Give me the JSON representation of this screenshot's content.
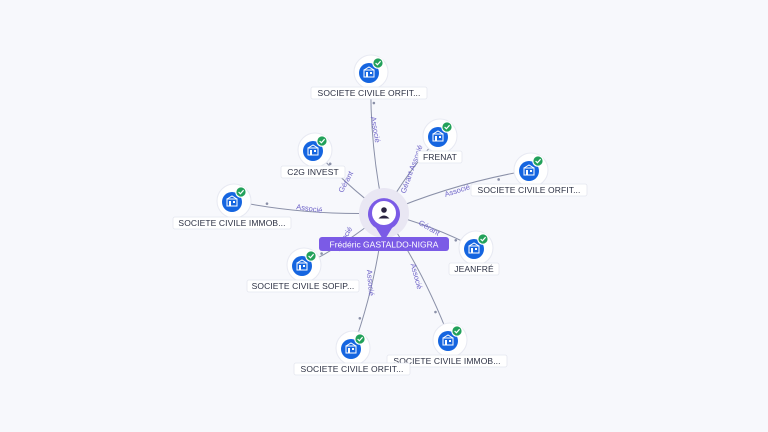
{
  "center": {
    "name": "Frédéric GASTALDO-NIGRA",
    "icon": "person-icon",
    "color": "#7b5be6"
  },
  "nodes": [
    {
      "id": "n1",
      "label": "SOCIETE CIVILE ORFIT...",
      "icon": "building-icon",
      "verified": true
    },
    {
      "id": "n2",
      "label": "FRENAT",
      "icon": "building-icon",
      "verified": true
    },
    {
      "id": "n3",
      "label": "C2G INVEST",
      "icon": "building-icon",
      "verified": true
    },
    {
      "id": "n4",
      "label": "SOCIETE CIVILE ORFIT...",
      "icon": "building-icon",
      "verified": true
    },
    {
      "id": "n5",
      "label": "SOCIETE CIVILE IMMOB...",
      "icon": "building-icon",
      "verified": true
    },
    {
      "id": "n6",
      "label": "JEANFRÉ",
      "icon": "building-icon",
      "verified": true
    },
    {
      "id": "n7",
      "label": "SOCIETE CIVILE SOFIP...",
      "icon": "building-icon",
      "verified": true
    },
    {
      "id": "n8",
      "label": "SOCIETE CIVILE IMMOB...",
      "icon": "building-icon",
      "verified": true
    },
    {
      "id": "n9",
      "label": "SOCIETE CIVILE ORFIT...",
      "icon": "building-icon",
      "verified": true
    }
  ],
  "edges": [
    {
      "to": "n1",
      "label": "Associé"
    },
    {
      "to": "n2",
      "label": "Gérant Associé"
    },
    {
      "to": "n3",
      "label": "Gérant"
    },
    {
      "to": "n4",
      "label": "Associé"
    },
    {
      "to": "n5",
      "label": "Associé"
    },
    {
      "to": "n6",
      "label": "Gérant"
    },
    {
      "to": "n7",
      "label": "Associé"
    },
    {
      "to": "n8",
      "label": "Associé"
    },
    {
      "to": "n9",
      "label": "Associé"
    }
  ],
  "colors": {
    "company": "#1565e0",
    "verified_badge": "#22a15a",
    "edge": "#8a90a8",
    "edge_label": "#6e63c8"
  }
}
